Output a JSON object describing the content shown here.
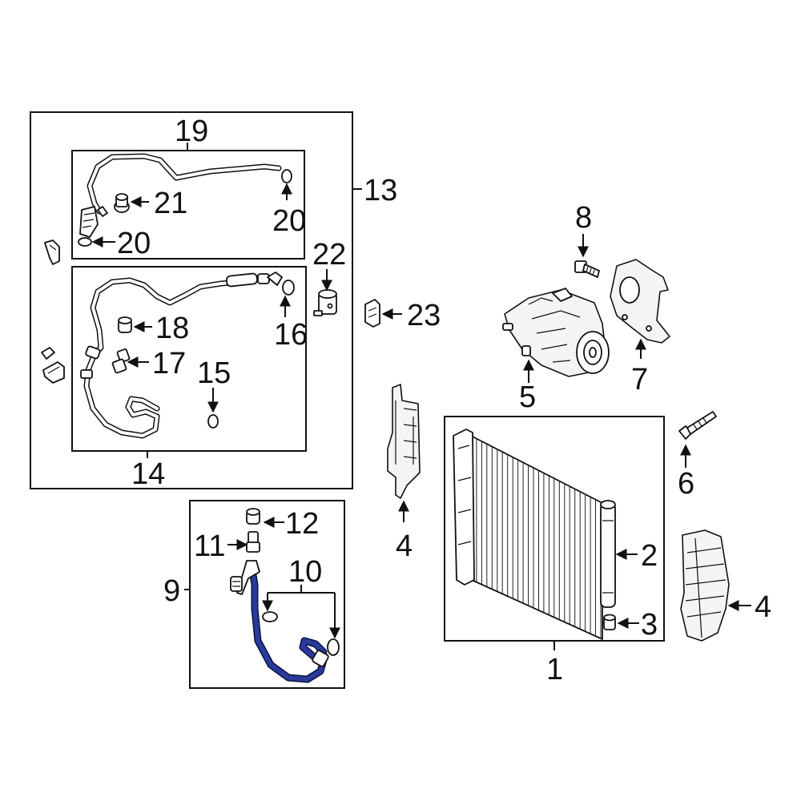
{
  "colors": {
    "line": "#111111",
    "highlight": "#2a3a9c",
    "background": "#ffffff"
  },
  "callouts": {
    "c1": "1",
    "c2": "2",
    "c3": "3",
    "c4a": "4",
    "c4b": "4",
    "c5": "5",
    "c6": "6",
    "c7": "7",
    "c8": "8",
    "c9": "9",
    "c10": "10",
    "c11": "11",
    "c12": "12",
    "c13": "13",
    "c14": "14",
    "c15": "15",
    "c16": "16",
    "c17": "17",
    "c18": "18",
    "c19": "19",
    "c20a": "20",
    "c20b": "20",
    "c21": "21",
    "c22": "22",
    "c23": "23"
  }
}
